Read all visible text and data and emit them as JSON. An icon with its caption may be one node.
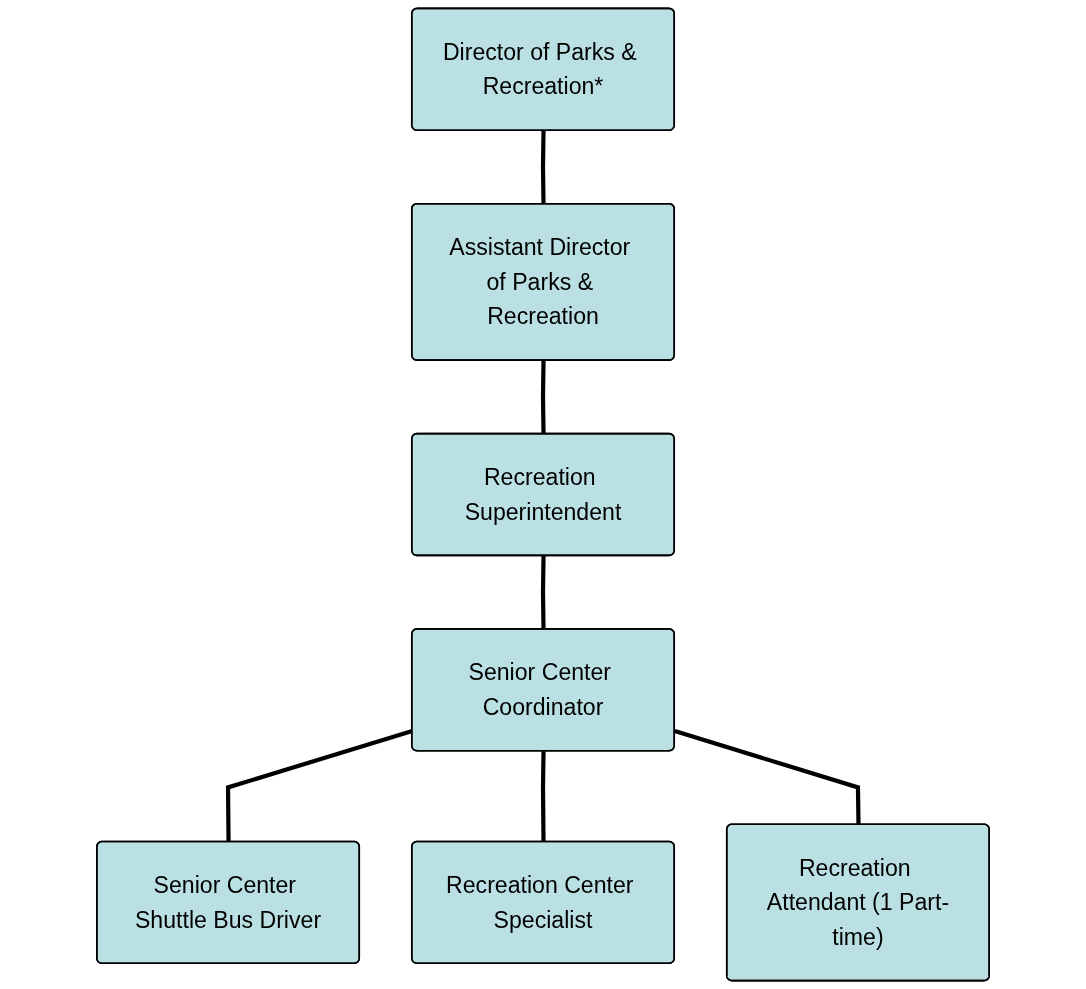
{
  "diagram": {
    "nodes": [
      {
        "text": [
          "Director of Parks & Recreation*"
        ]
      },
      {
        "text": [
          "Assistant Director of Parks & Recreation"
        ]
      },
      {
        "text": [
          "Recreation Superintendent"
        ]
      },
      {
        "text": [
          "Senior Center Coordinator"
        ]
      },
      {
        "text": [
          "Senior Center Shuttle Bus Driver"
        ]
      },
      {
        "text": [
          "Recreation Center Specialist"
        ]
      },
      {
        "text": [
          "Recreation Attendant (1 Part-time)"
        ]
      }
    ],
    "edges": [
      {
        "from": 0,
        "to": 1,
        "arrow": "none"
      },
      {
        "from": 1,
        "to": 2,
        "arrow": "none"
      },
      {
        "from": 2,
        "to": 3,
        "arrow": "none"
      },
      {
        "from": 3,
        "to": 4,
        "arrow": "none"
      },
      {
        "from": 3,
        "to": 5,
        "arrow": "none"
      },
      {
        "from": 3,
        "to": 6,
        "arrow": "none"
      }
    ]
  }
}
